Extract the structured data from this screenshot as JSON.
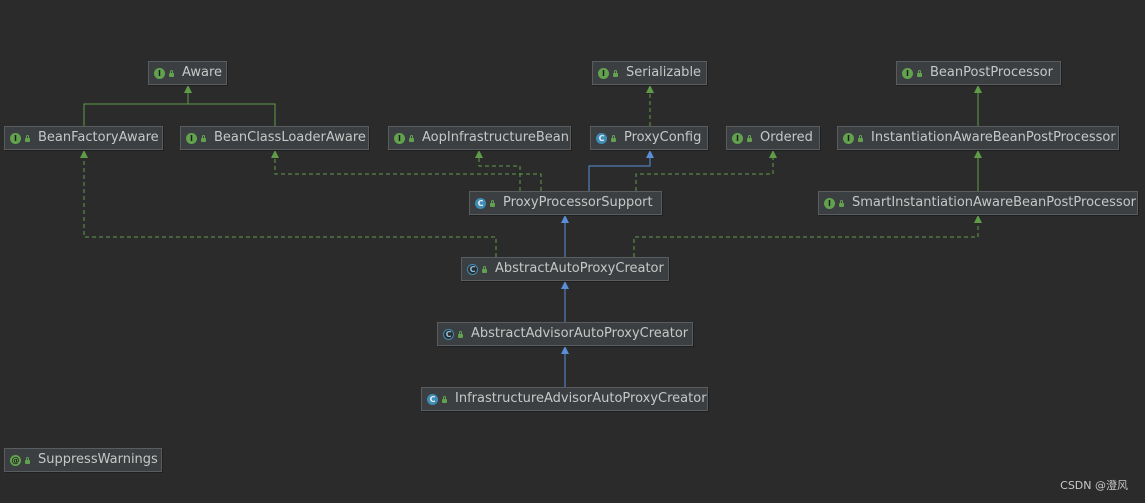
{
  "nodes": [
    {
      "id": "aware",
      "label": "Aware",
      "kind": "interface",
      "badge_letter": "I"
    },
    {
      "id": "serializable",
      "label": "Serializable",
      "kind": "interface",
      "badge_letter": "I"
    },
    {
      "id": "beanpostprocessor",
      "label": "BeanPostProcessor",
      "kind": "interface",
      "badge_letter": "I"
    },
    {
      "id": "beanfactoryaware",
      "label": "BeanFactoryAware",
      "kind": "interface",
      "badge_letter": "I"
    },
    {
      "id": "beanclassloaderaware",
      "label": "BeanClassLoaderAware",
      "kind": "interface",
      "badge_letter": "I"
    },
    {
      "id": "aopinfrastructurebean",
      "label": "AopInfrastructureBean",
      "kind": "interface",
      "badge_letter": "I"
    },
    {
      "id": "proxyconfig",
      "label": "ProxyConfig",
      "kind": "class",
      "badge_letter": "C"
    },
    {
      "id": "ordered",
      "label": "Ordered",
      "kind": "interface",
      "badge_letter": "I"
    },
    {
      "id": "instantiationaware",
      "label": "InstantiationAwareBeanPostProcessor",
      "kind": "interface",
      "badge_letter": "I"
    },
    {
      "id": "proxyprocessorsupport",
      "label": "ProxyProcessorSupport",
      "kind": "class",
      "badge_letter": "C"
    },
    {
      "id": "smartinstantiationaware",
      "label": "SmartInstantiationAwareBeanPostProcessor",
      "kind": "interface",
      "badge_letter": "I"
    },
    {
      "id": "abstractautoproxycreator",
      "label": "AbstractAutoProxyCreator",
      "kind": "abstract",
      "badge_letter": "C"
    },
    {
      "id": "abstractadvisorautoproxycreator",
      "label": "AbstractAdvisorAutoProxyCreator",
      "kind": "abstract",
      "badge_letter": "C"
    },
    {
      "id": "infrastructureadvisorautoproxycreator",
      "label": "InfrastructureAdvisorAutoProxyCreator",
      "kind": "class",
      "badge_letter": "C"
    },
    {
      "id": "suppresswarnings",
      "label": "SuppressWarnings",
      "kind": "annotation",
      "badge_letter": "@"
    }
  ],
  "edges": [
    {
      "from": "beanfactoryaware",
      "to": "aware",
      "type": "extends-interface"
    },
    {
      "from": "beanclassloaderaware",
      "to": "aware",
      "type": "extends-interface"
    },
    {
      "from": "proxyconfig",
      "to": "serializable",
      "type": "implements"
    },
    {
      "from": "instantiationaware",
      "to": "beanpostprocessor",
      "type": "extends-interface"
    },
    {
      "from": "proxyprocessorsupport",
      "to": "proxyconfig",
      "type": "extends-class"
    },
    {
      "from": "proxyprocessorsupport",
      "to": "beanclassloaderaware",
      "type": "implements"
    },
    {
      "from": "proxyprocessorsupport",
      "to": "aopinfrastructurebean",
      "type": "implements"
    },
    {
      "from": "proxyprocessorsupport",
      "to": "ordered",
      "type": "implements"
    },
    {
      "from": "smartinstantiationaware",
      "to": "instantiationaware",
      "type": "extends-interface"
    },
    {
      "from": "abstractautoproxycreator",
      "to": "proxyprocessorsupport",
      "type": "extends-class"
    },
    {
      "from": "abstractautoproxycreator",
      "to": "beanfactoryaware",
      "type": "implements"
    },
    {
      "from": "abstractautoproxycreator",
      "to": "smartinstantiationaware",
      "type": "implements"
    },
    {
      "from": "abstractadvisorautoproxycreator",
      "to": "abstractautoproxycreator",
      "type": "extends-class"
    },
    {
      "from": "infrastructureadvisorautoproxycreator",
      "to": "abstractadvisorautoproxycreator",
      "type": "extends-class"
    }
  ],
  "colors": {
    "background": "#2b2b2b",
    "interface_edge": "#5f9c48",
    "class_edge": "#5a8fd8",
    "text": "#c5c8c6"
  },
  "watermark": "CSDN @澄风"
}
